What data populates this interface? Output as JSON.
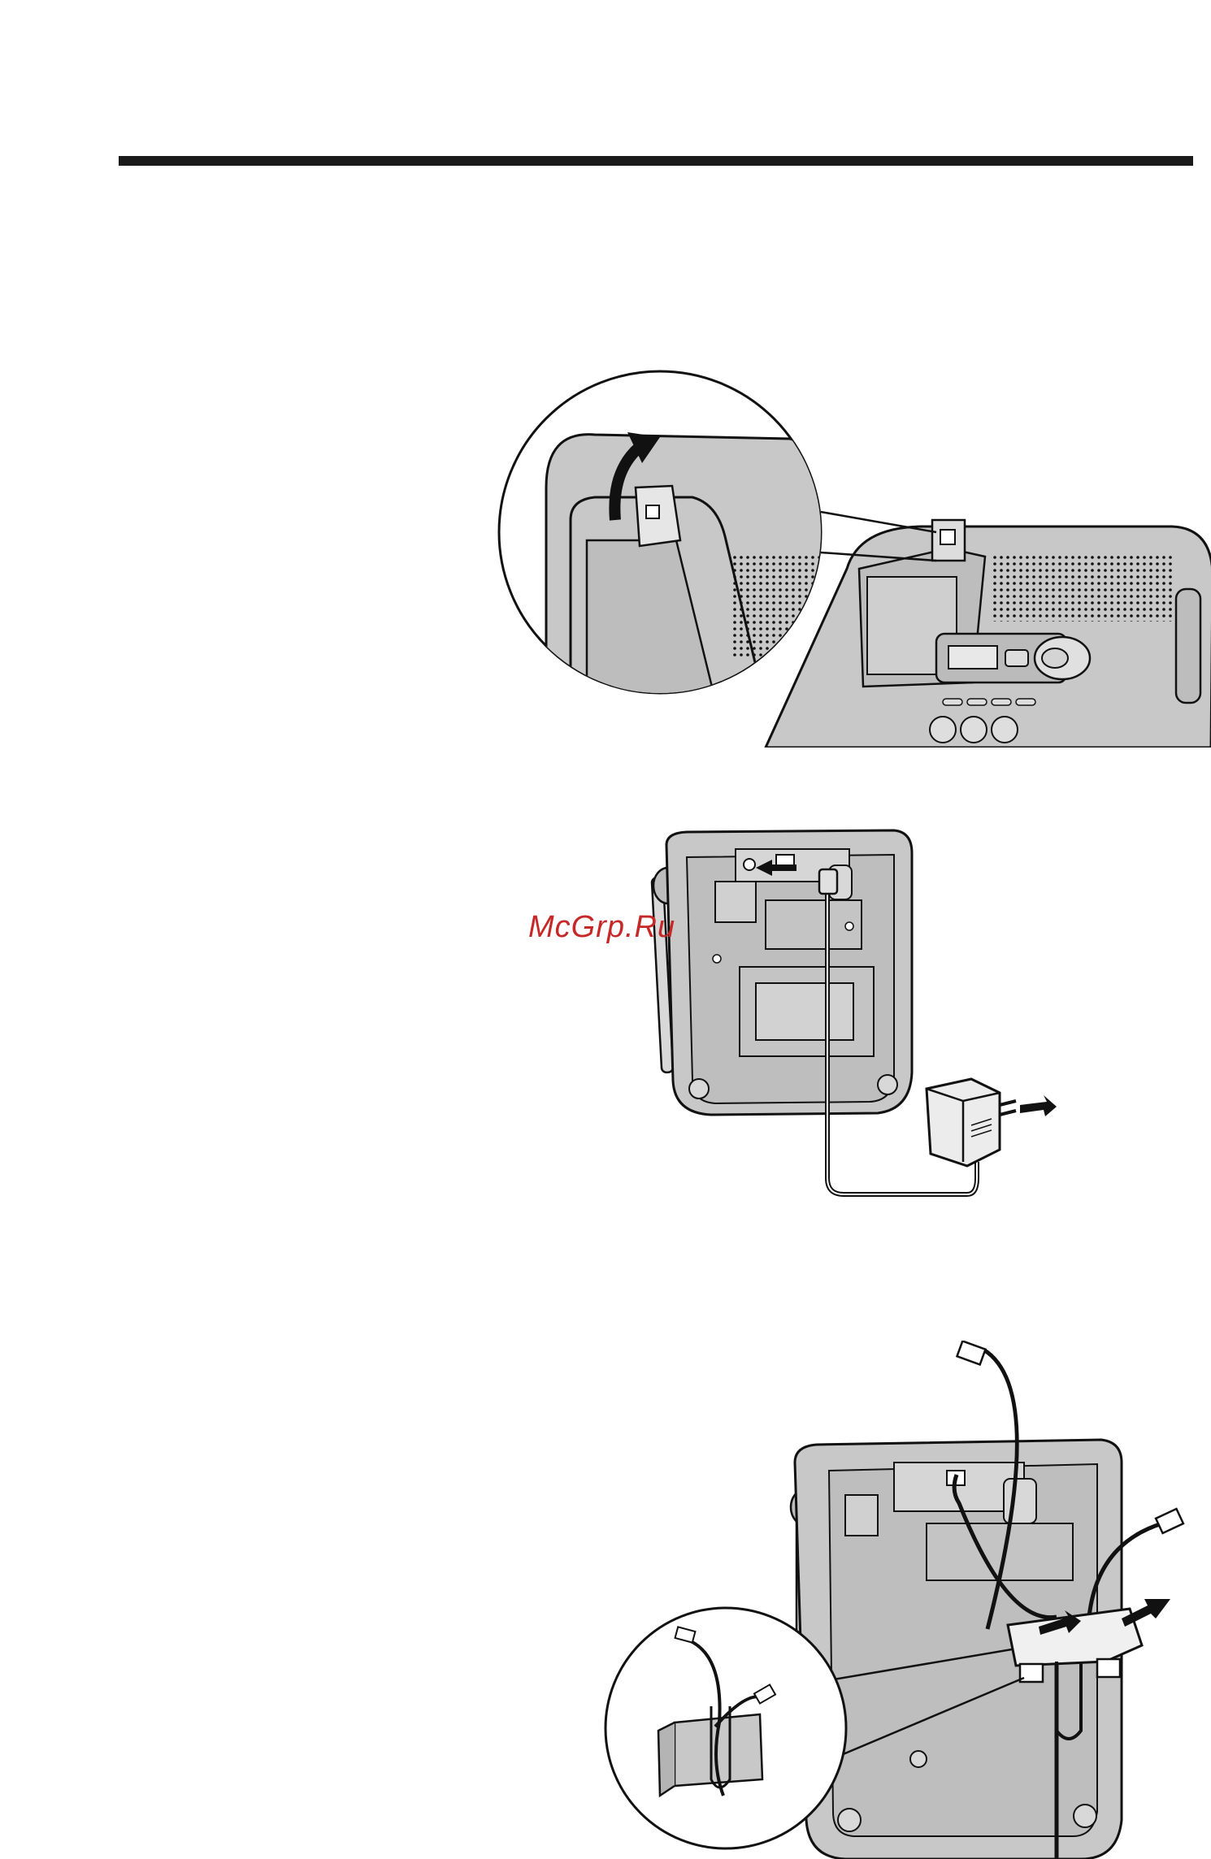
{
  "watermark": {
    "text": "McGrp.Ru",
    "color": "#c62828"
  },
  "colors": {
    "rule": "#1a1a1a",
    "unit_fill": "#c8c8c8",
    "line": "#111111",
    "arrow": "#111111"
  },
  "figures": [
    {
      "id": "antenna",
      "icons": [
        "magnifier-circle-icon",
        "curved-up-arrow-icon",
        "speaker-grille-icon",
        "display-panel-icon"
      ]
    },
    {
      "id": "adaptor",
      "icons": [
        "base-unit-back-icon",
        "ac-adaptor-icon",
        "plug-arrow-icon",
        "dc-jack-arrow-icon"
      ]
    },
    {
      "id": "telephone-line",
      "icons": [
        "base-unit-back-icon",
        "cord-hook-icon",
        "modular-plug-icon",
        "magnifier-circle-icon"
      ]
    }
  ]
}
